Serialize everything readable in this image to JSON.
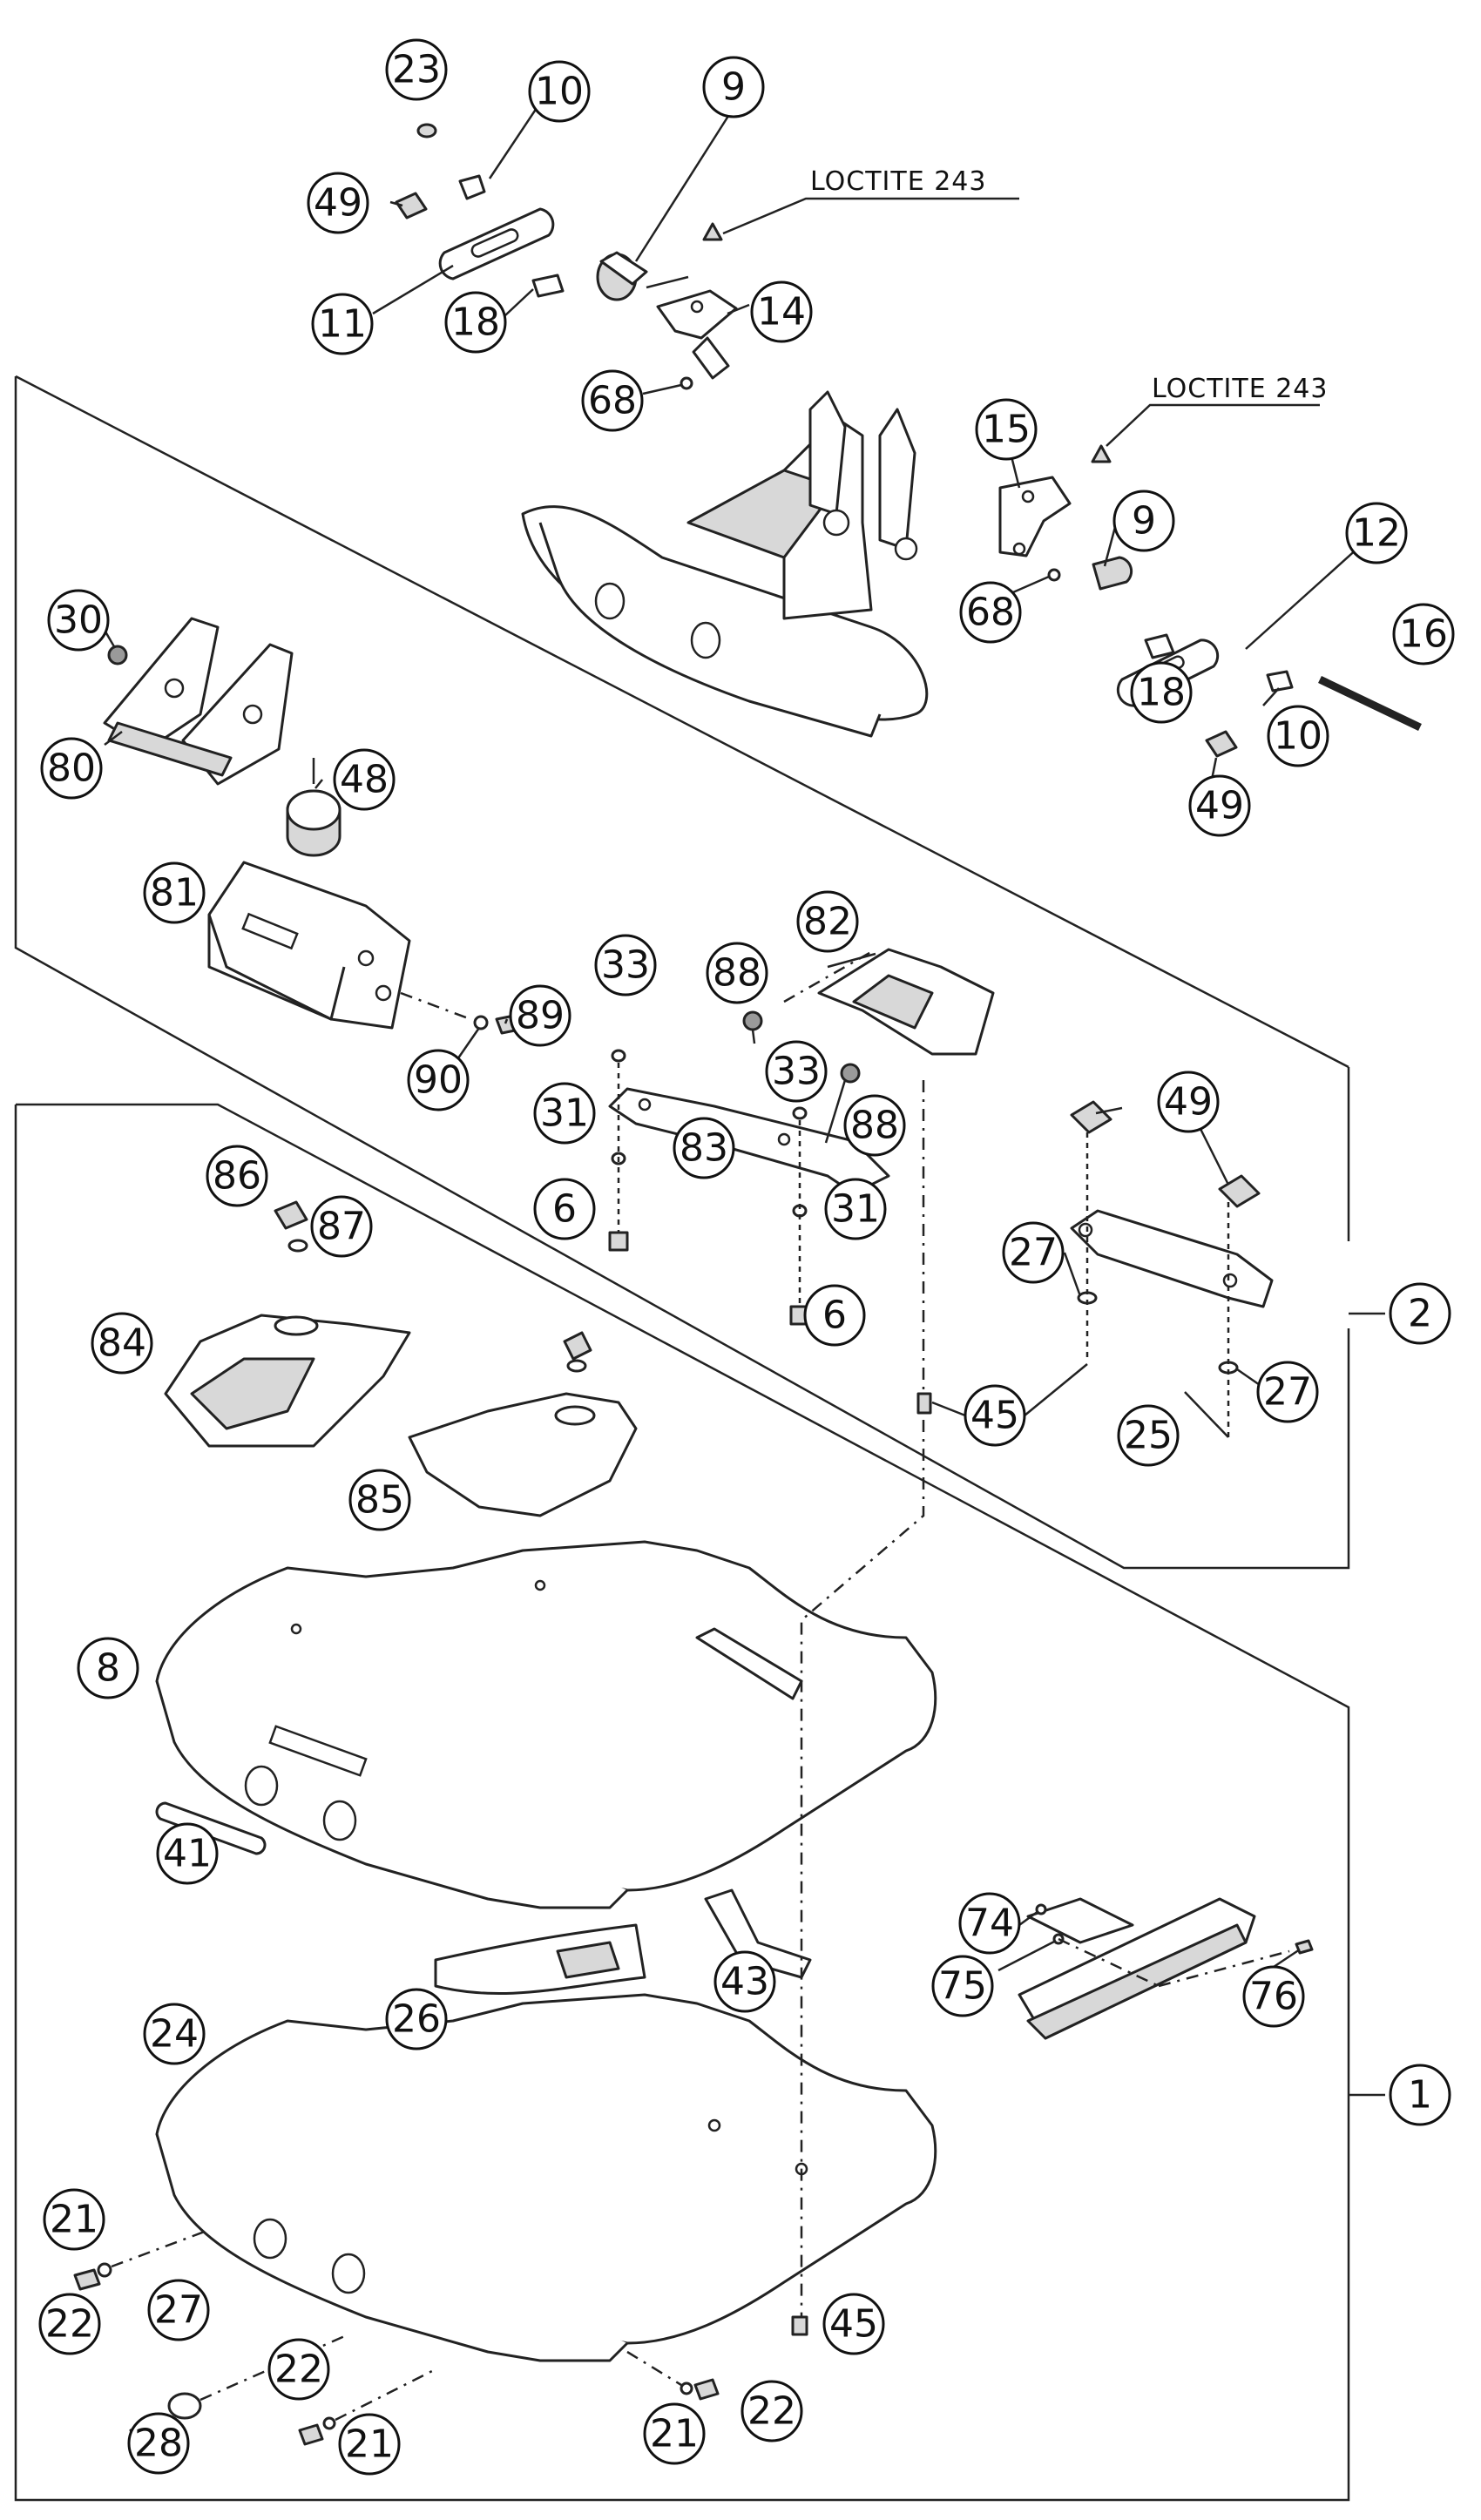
{
  "notes": [
    {
      "id": "loctite-note-top",
      "text": "LOCTITE 243"
    },
    {
      "id": "loctite-note-right",
      "text": "LOCTITE 243"
    }
  ],
  "callouts": {
    "c23": "23",
    "c10a": "10",
    "c9a": "9",
    "c49a": "49",
    "c11": "11",
    "c18a": "18",
    "c14": "14",
    "c68a": "68",
    "c15": "15",
    "c9b": "9",
    "c68b": "68",
    "c12": "12",
    "c16": "16",
    "c18b": "18",
    "c10b": "10",
    "c49b": "49",
    "c30": "30",
    "c80": "80",
    "c48": "48",
    "c81": "81",
    "c89": "89",
    "c90": "90",
    "c33a": "33",
    "c88a": "88",
    "c82": "82",
    "c31a": "31",
    "c83": "83",
    "c33b": "33",
    "c88b": "88",
    "c6a": "6",
    "c31b": "31",
    "c6b": "6",
    "c49c": "49",
    "c27a": "27",
    "c2": "2",
    "c27b": "27",
    "c25": "25",
    "c86": "86",
    "c87": "87",
    "c84": "84",
    "c45a": "45",
    "c85": "85",
    "c8": "8",
    "c41": "41",
    "c74": "74",
    "c75": "75",
    "c76": "76",
    "c43": "43",
    "c26": "26",
    "c1": "1",
    "c24": "24",
    "c21a": "21",
    "c22a": "22",
    "c27c": "27",
    "c22b": "22",
    "c45b": "45",
    "c28": "28",
    "c21b": "21",
    "c21c": "21",
    "c22c": "22"
  }
}
